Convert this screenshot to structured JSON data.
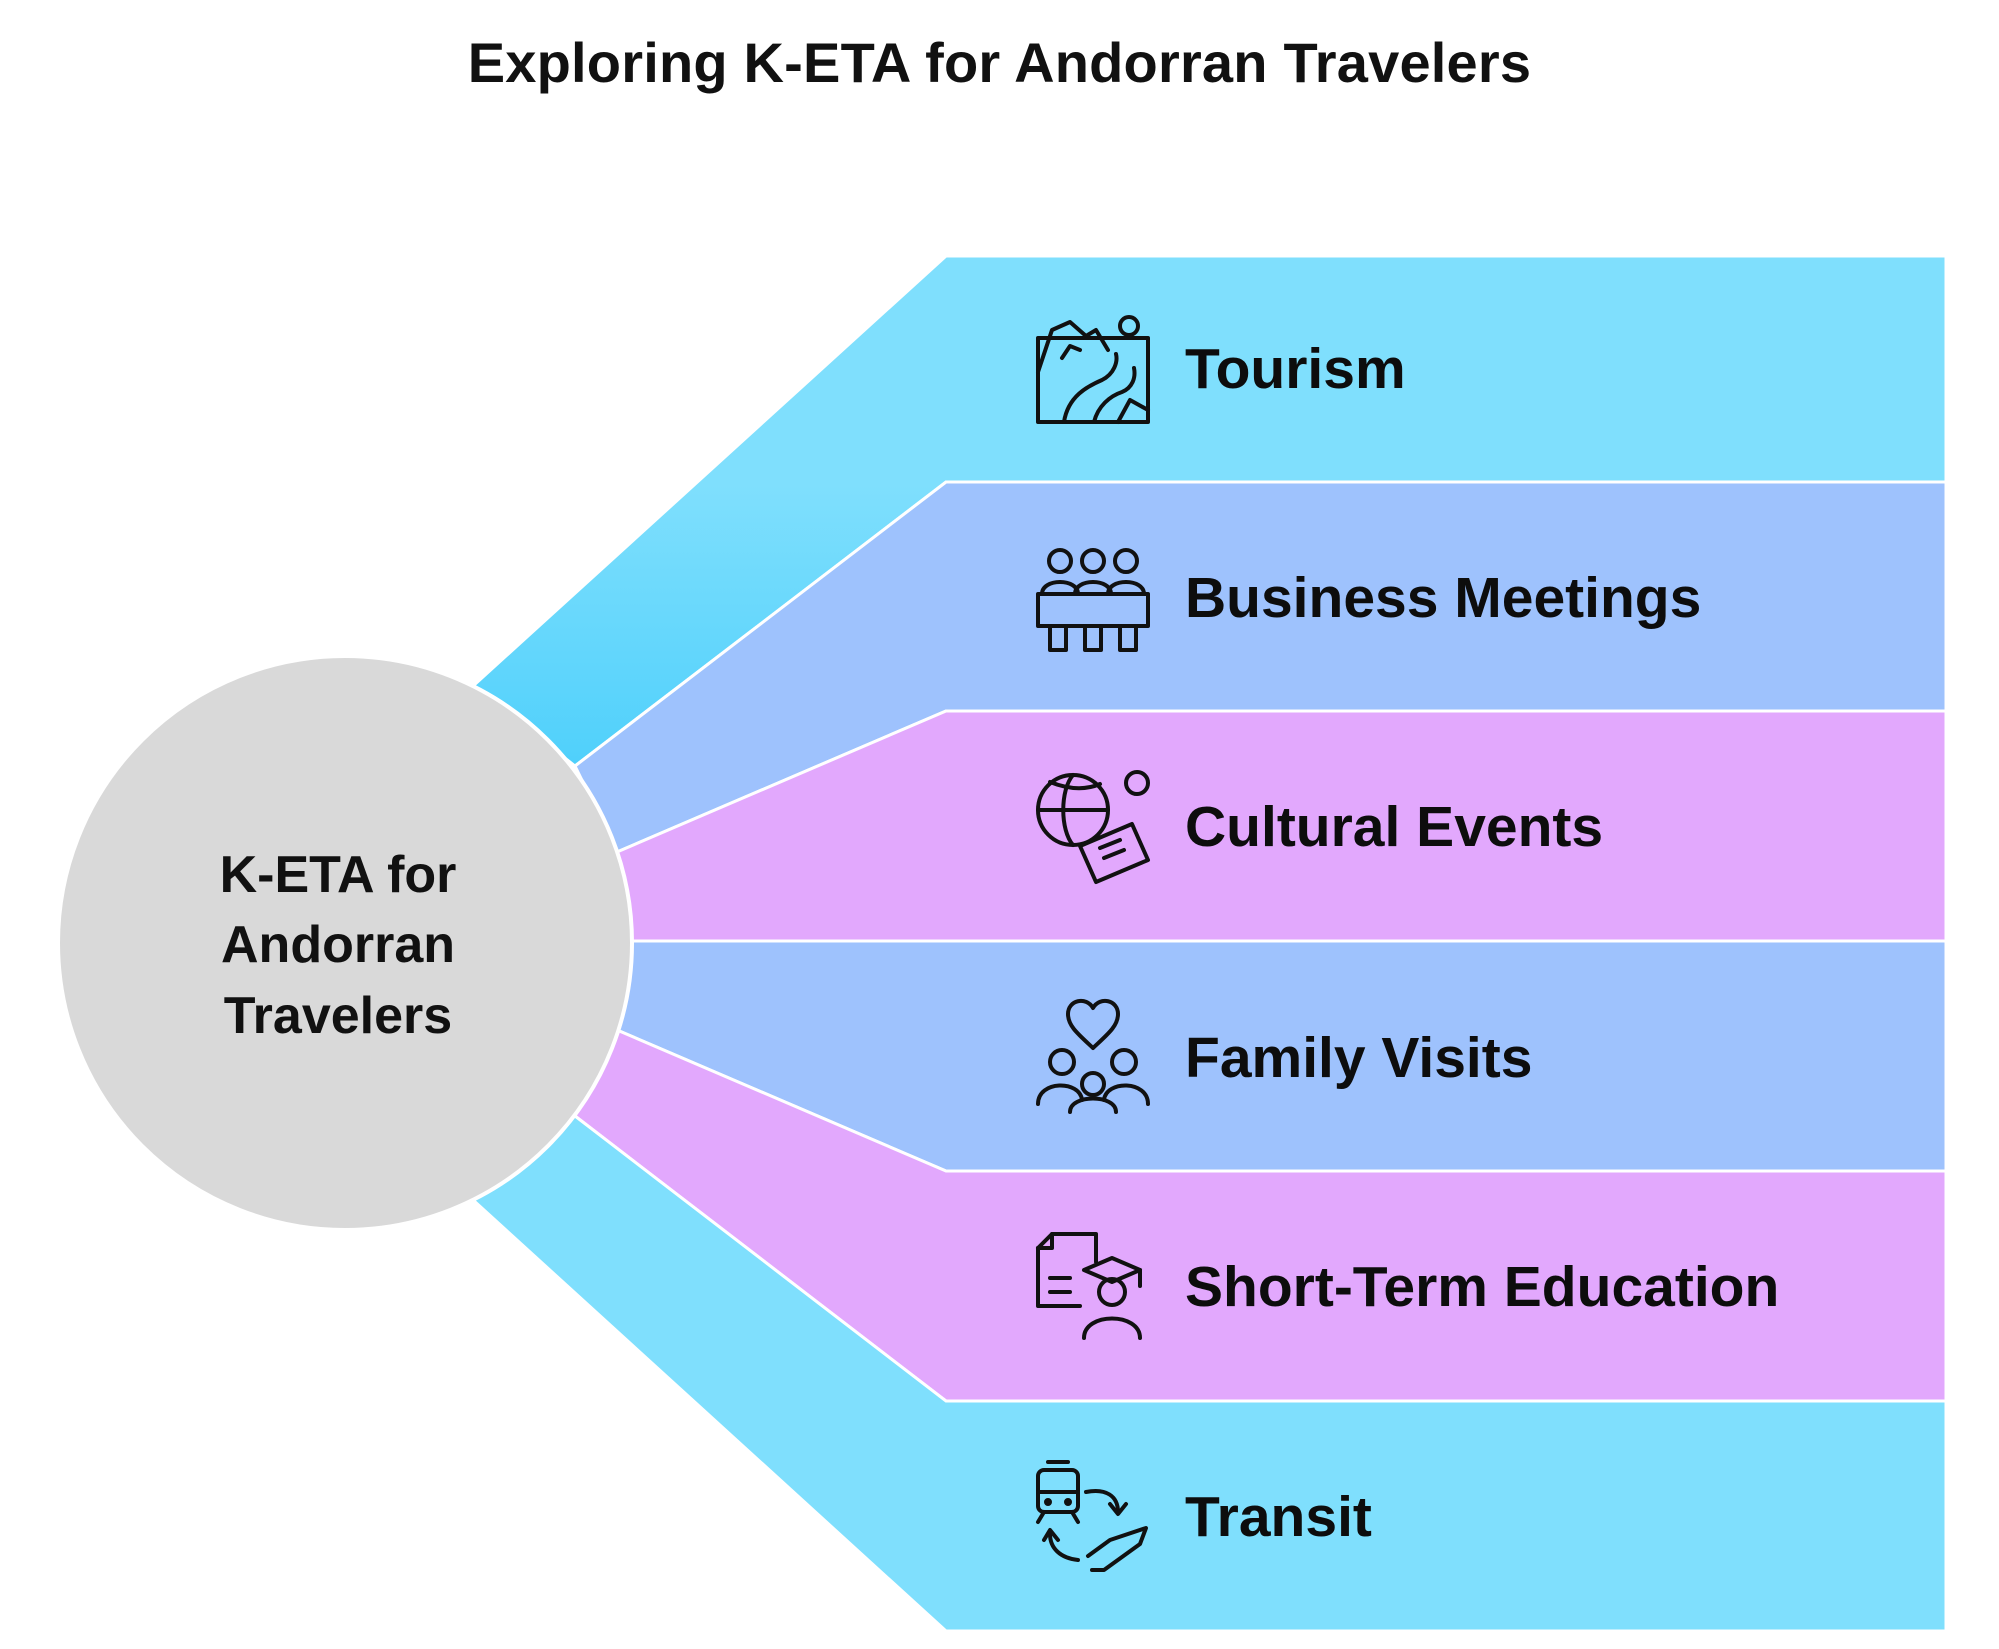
{
  "title": "Exploring K-ETA for Andorran Travelers",
  "hub": {
    "lines": [
      "K-ETA for",
      "Andorran",
      "Travelers"
    ],
    "color": "#d9d9d9"
  },
  "branches": [
    {
      "label": "Tourism",
      "icon": "landscape-icon",
      "color": "#7fdffd"
    },
    {
      "label": "Business Meetings",
      "icon": "meeting-people-icon",
      "color": "#9ec2fd"
    },
    {
      "label": "Cultural Events",
      "icon": "ball-ticket-icon",
      "color": "#e2a8fd"
    },
    {
      "label": "Family Visits",
      "icon": "family-heart-icon",
      "color": "#9ec2fd"
    },
    {
      "label": "Short-Term Education",
      "icon": "graduate-document-icon",
      "color": "#e2a8fd"
    },
    {
      "label": "Transit",
      "icon": "train-transfer-icon",
      "color": "#7fdffd"
    }
  ],
  "colors": {
    "cyan": "#7fdffd",
    "cyan_dark": "#4fd0fb",
    "blue": "#9ec2fd",
    "purple": "#e2a8fd",
    "hub": "#d9d9d9",
    "text": "#111111"
  }
}
